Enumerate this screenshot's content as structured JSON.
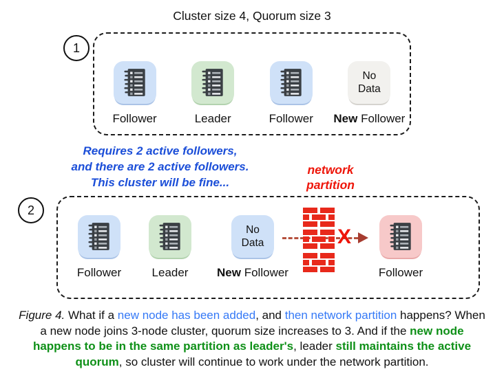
{
  "title": "Cluster size 4, Quorum size 3",
  "colors": {
    "node_blue": "#cfe1f8",
    "node_green": "#d2e8cf",
    "node_gray": "#f2f1ee",
    "node_pink": "#f7c9c9",
    "note_blue": "#1b4ed8",
    "caption_blue": "#3579f6",
    "caption_green": "#0f9018",
    "alert_red": "#ee1509",
    "brick_red": "#e8291b"
  },
  "box1": {
    "number": "1",
    "nodes": [
      {
        "label_bold": "",
        "label": "Follower",
        "variant": "blue",
        "content": "notebook"
      },
      {
        "label_bold": "",
        "label": "Leader",
        "variant": "green",
        "content": "notebook"
      },
      {
        "label_bold": "",
        "label": "Follower",
        "variant": "blue",
        "content": "notebook"
      },
      {
        "label_bold": "New ",
        "label": "Follower",
        "variant": "gray",
        "content": "no-data",
        "box_lines": {
          "0": "No",
          "1": "Data"
        }
      }
    ]
  },
  "note": {
    "lines": {
      "0": "Requires 2 active followers,",
      "1": "and there are 2 active followers.",
      "2": "This cluster will be fine..."
    }
  },
  "partition_label": {
    "lines": {
      "0": "network",
      "1": "partition"
    }
  },
  "box2": {
    "number": "2",
    "nodes": [
      {
        "label_bold": "",
        "label": "Follower",
        "variant": "blue",
        "content": "notebook"
      },
      {
        "label_bold": "",
        "label": "Leader",
        "variant": "green",
        "content": "notebook"
      },
      {
        "label_bold": "New ",
        "label": "Follower",
        "variant": "blue",
        "content": "no-data",
        "box_lines": {
          "0": "No",
          "1": "Data"
        }
      },
      {
        "label_bold": "",
        "label": "Follower",
        "variant": "pink",
        "content": "notebook"
      }
    ],
    "blockade": {
      "x_mark": "X"
    }
  },
  "caption": {
    "segments": [
      {
        "t": "Figure 4.",
        "s": "italic"
      },
      {
        "t": " What if a ",
        "s": "normal"
      },
      {
        "t": "new node has been added",
        "s": "blue"
      },
      {
        "t": ", and ",
        "s": "normal"
      },
      {
        "t": "then network partition",
        "s": "blue"
      },
      {
        "t": " happens? When a new node joins 3-node cluster, quorum size increases to 3. And if the ",
        "s": "normal"
      },
      {
        "t": "new node happens to be in the same partition as leader's",
        "s": "green"
      },
      {
        "t": ", leader ",
        "s": "normal"
      },
      {
        "t": "still maintains the active quorum",
        "s": "green"
      },
      {
        "t": ", so cluster will continue to work under the network partition.",
        "s": "normal"
      }
    ]
  }
}
